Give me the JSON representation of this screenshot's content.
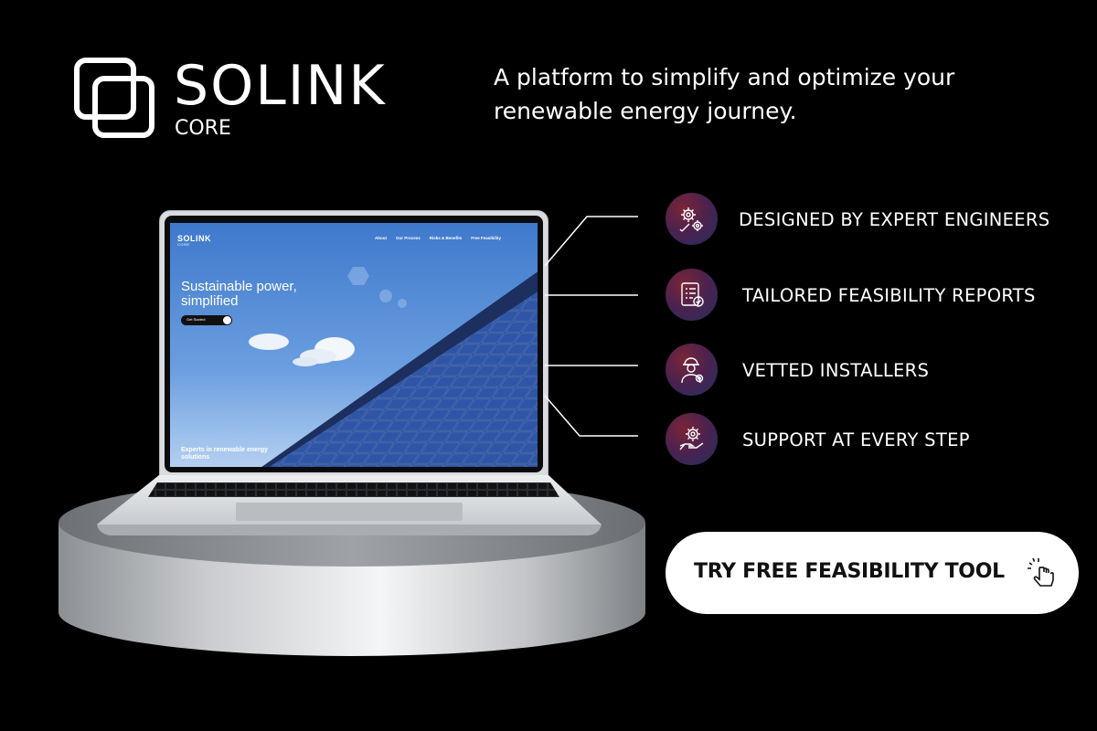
{
  "brand": {
    "name": "SOLINK",
    "sub": "CORE"
  },
  "tagline": "A platform to simplify and optimize your renewable energy journey.",
  "screen": {
    "logo": "SOLINK",
    "logo_sub": "CORE",
    "nav": [
      "About",
      "Our Process",
      "Risks & Benefits",
      "Free Feasibility"
    ],
    "hero": "Sustainable power, simplified",
    "cta": "Get Started",
    "footer": "Experts in renewable energy solutions"
  },
  "features": [
    {
      "label": "DESIGNED BY EXPERT ENGINEERS",
      "icon": "gears-wrench-icon"
    },
    {
      "label": "TAILORED FEASIBILITY REPORTS",
      "icon": "report-checklist-icon"
    },
    {
      "label": "VETTED INSTALLERS",
      "icon": "installer-worker-icon"
    },
    {
      "label": "SUPPORT AT EVERY STEP",
      "icon": "hand-gear-icon"
    }
  ],
  "cta": {
    "label": "TRY FREE FEASIBILITY TOOL",
    "icon": "pointer-click-icon"
  },
  "colors": {
    "background": "#000000",
    "icon_gradient_start": "#7a2535",
    "icon_gradient_end": "#23305e",
    "cta_bg": "#ffffff"
  }
}
